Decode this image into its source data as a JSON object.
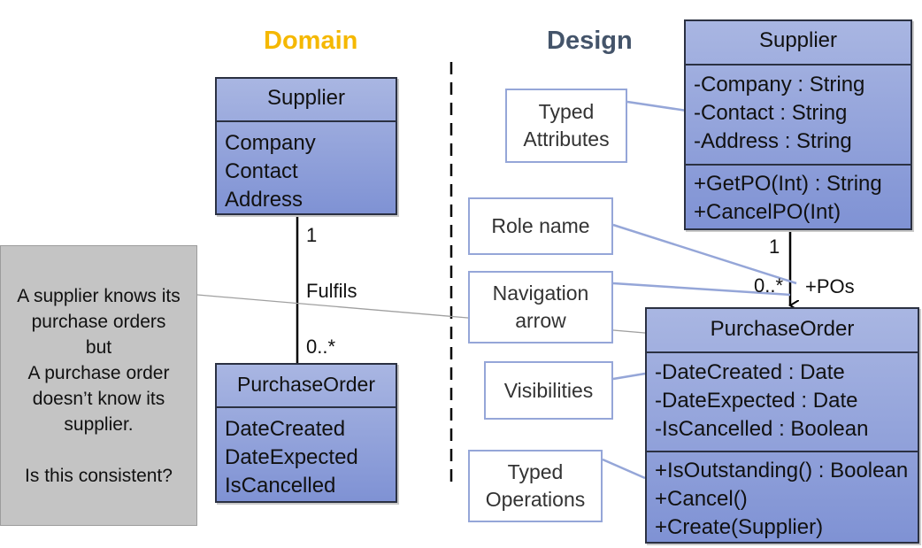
{
  "headings": {
    "domain": "Domain",
    "design": "Design"
  },
  "colors": {
    "domain_heading": "#f5b800",
    "design_heading": "#44546a",
    "class_fill": "#8e9fda",
    "callout_border": "#95a6d8",
    "note_fill": "#c4c4c4"
  },
  "domain": {
    "supplier": {
      "name": "Supplier",
      "attributes": [
        "Company",
        "Contact",
        "Address"
      ]
    },
    "purchase_order": {
      "name": "PurchaseOrder",
      "attributes": [
        "DateCreated",
        "DateExpected",
        "IsCancelled"
      ]
    },
    "association": {
      "label": "Fulfils",
      "mult_top": "1",
      "mult_bottom": "0..*"
    }
  },
  "design": {
    "supplier": {
      "name": "Supplier",
      "attributes": [
        "-Company : String",
        "-Contact : String",
        "-Address : String"
      ],
      "operations": [
        "+GetPO(Int) : String",
        "+CancelPO(Int)"
      ]
    },
    "purchase_order": {
      "name": "PurchaseOrder",
      "attributes": [
        "-DateCreated : Date",
        "-DateExpected : Date",
        "-IsCancelled : Boolean"
      ],
      "operations": [
        "+IsOutstanding() : Boolean",
        "+Cancel()",
        "+Create(Supplier)"
      ]
    },
    "association": {
      "mult_top": "1",
      "mult_bottom": "0..*",
      "role": "+POs"
    }
  },
  "callouts": {
    "typed_attributes": [
      "Typed",
      "Attributes"
    ],
    "role_name": [
      "Role name"
    ],
    "navigation_arrow": [
      "Navigation",
      "arrow"
    ],
    "visibilities": [
      "Visibilities"
    ],
    "typed_operations": [
      "Typed",
      "Operations"
    ]
  },
  "note": {
    "lines": [
      "A supplier knows its",
      "purchase orders",
      "but",
      "A purchase order",
      "doesn’t know its",
      "supplier.",
      "",
      "Is this consistent?"
    ]
  }
}
